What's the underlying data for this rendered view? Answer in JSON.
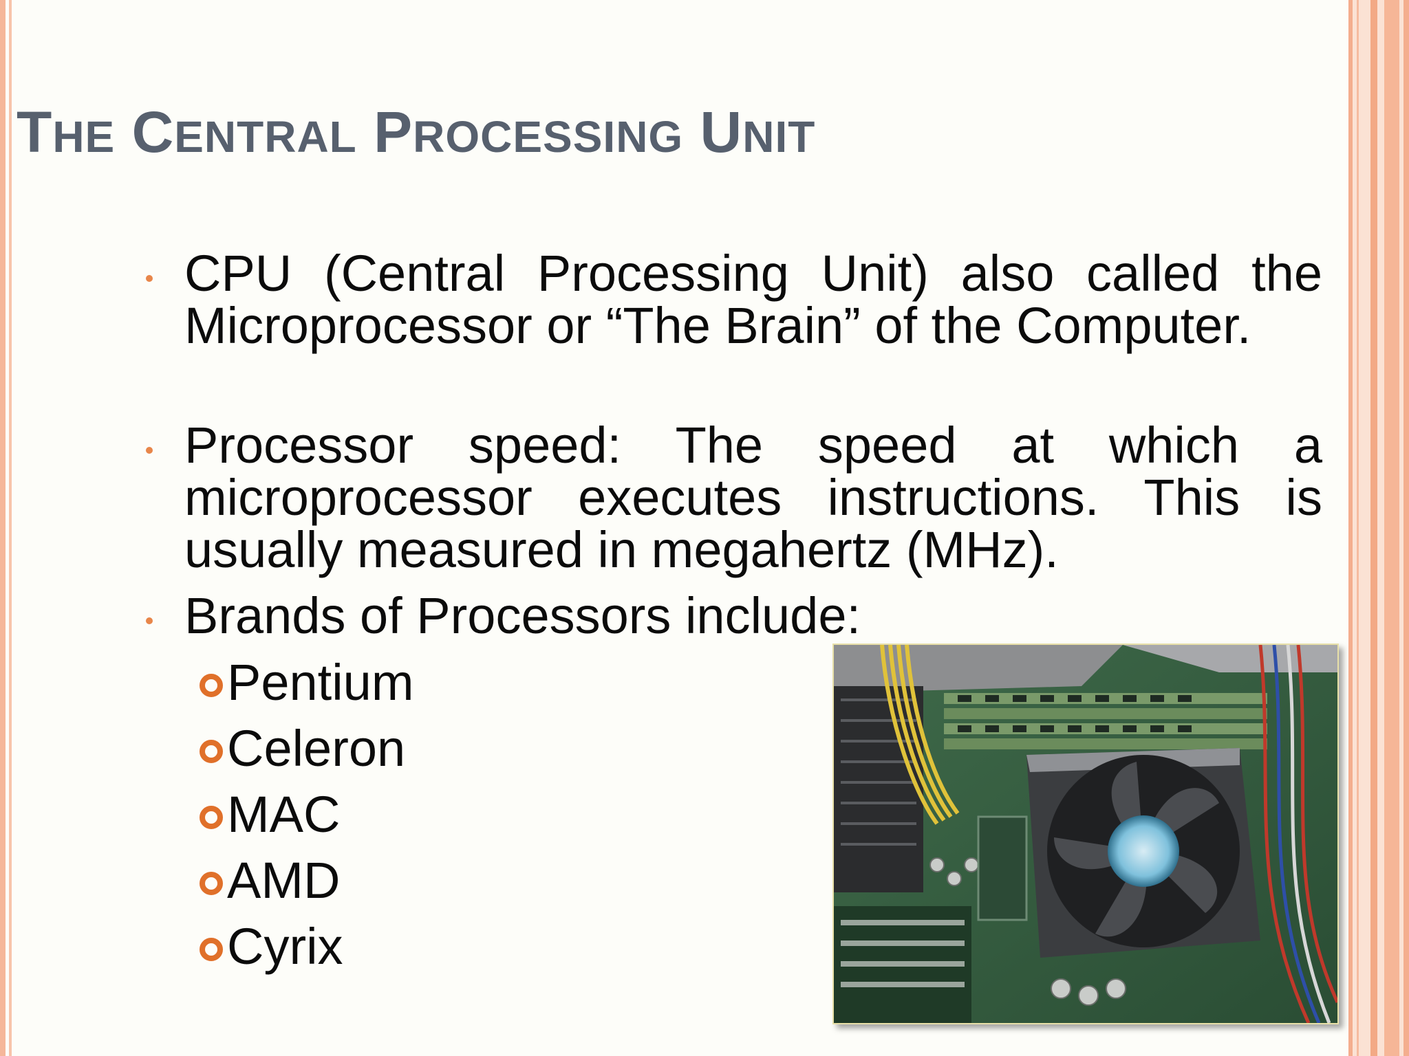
{
  "slide": {
    "title_parts": [
      {
        "initial": "T",
        "rest": "HE"
      },
      {
        "initial": "C",
        "rest": "ENTRAL"
      },
      {
        "initial": "P",
        "rest": "ROCESSING"
      },
      {
        "initial": "U",
        "rest": "NIT"
      }
    ],
    "bullets": [
      "CPU (Central Processing Unit) also called the Microprocessor or “The Brain” of the Computer.",
      "Processor speed: The speed at which a microprocessor executes instructions. This is usually measured in megahertz (MHz).",
      "Brands of Processors include:"
    ],
    "brands": [
      "Pentium",
      "Celeron",
      "MAC",
      "AMD",
      "Cyrix"
    ]
  },
  "colors": {
    "title": "#57606e",
    "bullet_dot": "#e8864a",
    "sub_bullet_ring": "#e0702a",
    "border_accent": "#f5b79a"
  },
  "image": {
    "subject": "motherboard-cpu-fan-photo"
  }
}
